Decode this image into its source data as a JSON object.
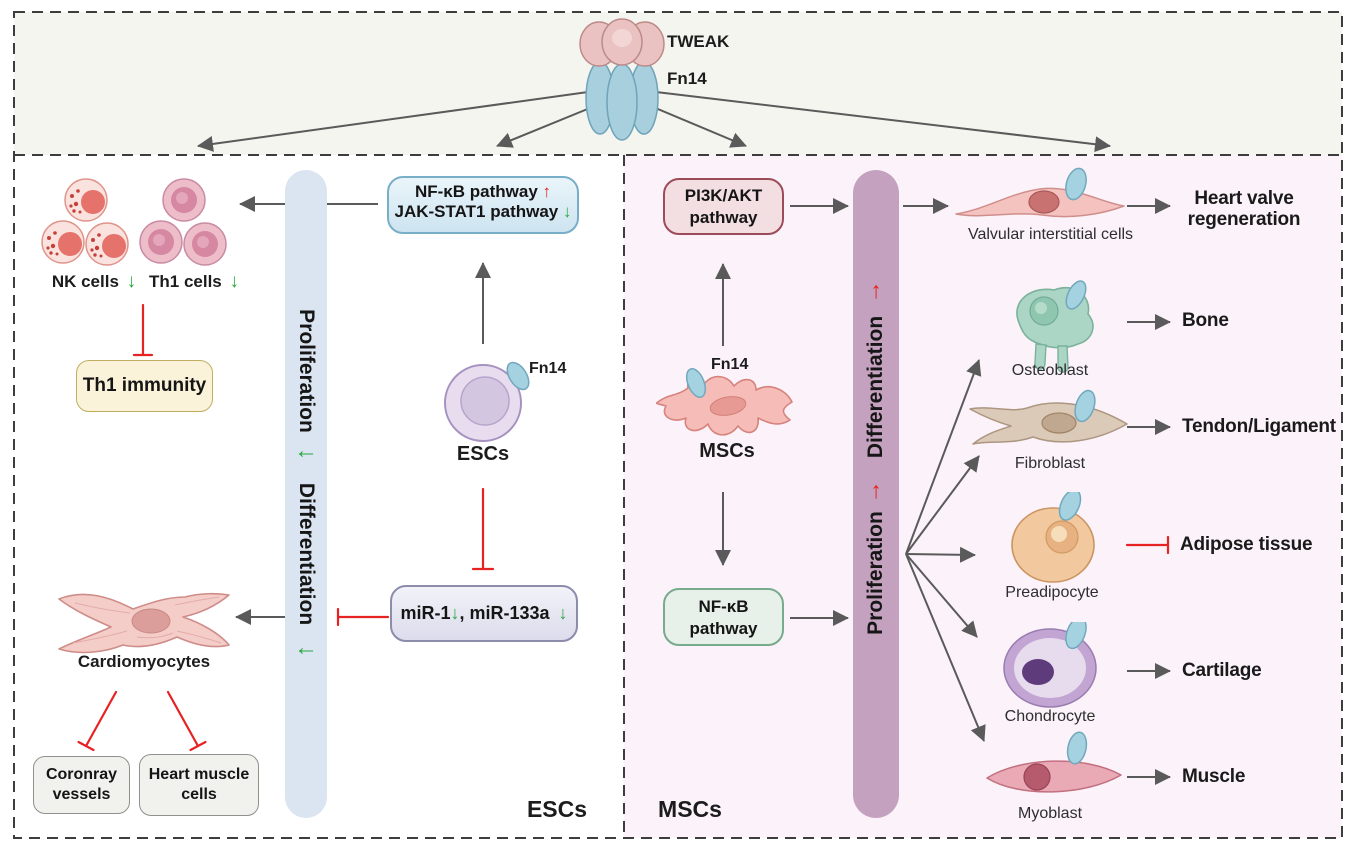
{
  "figure": {
    "receptor": {
      "tweak_label": "TWEAK",
      "fn14_label": "Fn14"
    },
    "esc_panel": {
      "panel_label": "ESCs",
      "nk_cells_label": "NK cells",
      "nk_arrow": "↓",
      "th1_cells_label": "Th1 cells",
      "th1_arrow": "↓",
      "th1_immunity_label": "Th1 immunity",
      "pathway_box": {
        "line1": "NF-κB pathway",
        "line1_arrow": "↑",
        "line2": "JAK-STAT1 pathway",
        "line2_arrow": "↓"
      },
      "fn14_label": "Fn14",
      "esc_cell_label": "ESCs",
      "mir_box": {
        "text1": "miR-1",
        "arrow1": "↓",
        "text2": ", miR-133a",
        "arrow2": "↓"
      },
      "cardiomyocytes_label": "Cardiomyocytes",
      "coronary_vessels_box": {
        "line1": "Coronray",
        "line2": "vessels"
      },
      "heart_muscle_box": {
        "line1": "Heart muscle",
        "line2": "cells"
      },
      "bar": {
        "word1": "Proliferation",
        "word2": "Differentiation",
        "arrow": "←"
      }
    },
    "msc_panel": {
      "panel_label": "MSCs",
      "pi3k_box": {
        "line1": "PI3K/AKT",
        "line2": "pathway"
      },
      "fn14_label": "Fn14",
      "msc_cell_label": "MSCs",
      "nfkb_box": {
        "line1": "NF-κB",
        "line2": "pathway"
      },
      "bar": {
        "word1": "Differentiation",
        "word2": "Proliferation",
        "arrow": "↑"
      },
      "valvular": {
        "name": "Valvular interstitial cells",
        "outcome_line1": "Heart valve",
        "outcome_line2": "regeneration"
      },
      "rows": [
        {
          "name": "Osteoblast",
          "outcome": "Bone"
        },
        {
          "name": "Fibroblast",
          "outcome": "Tendon/Ligament"
        },
        {
          "name": "Preadipocyte",
          "outcome": "Adipose tissue"
        },
        {
          "name": "Chondrocyte",
          "outcome": "Cartilage"
        },
        {
          "name": "Myoblast",
          "outcome": "Muscle"
        }
      ]
    },
    "colors": {
      "green_arrow": "#27a83b",
      "red": "#e62222",
      "gray_arrow": "#5a5a5a",
      "esc_bar": "#dbe4f1",
      "msc_bar": "#c4a2bf",
      "esc_panel_bg": "#ffffff",
      "msc_panel_bg": "#fbf3f9",
      "top_band_bg": "#f5f5f0"
    }
  }
}
